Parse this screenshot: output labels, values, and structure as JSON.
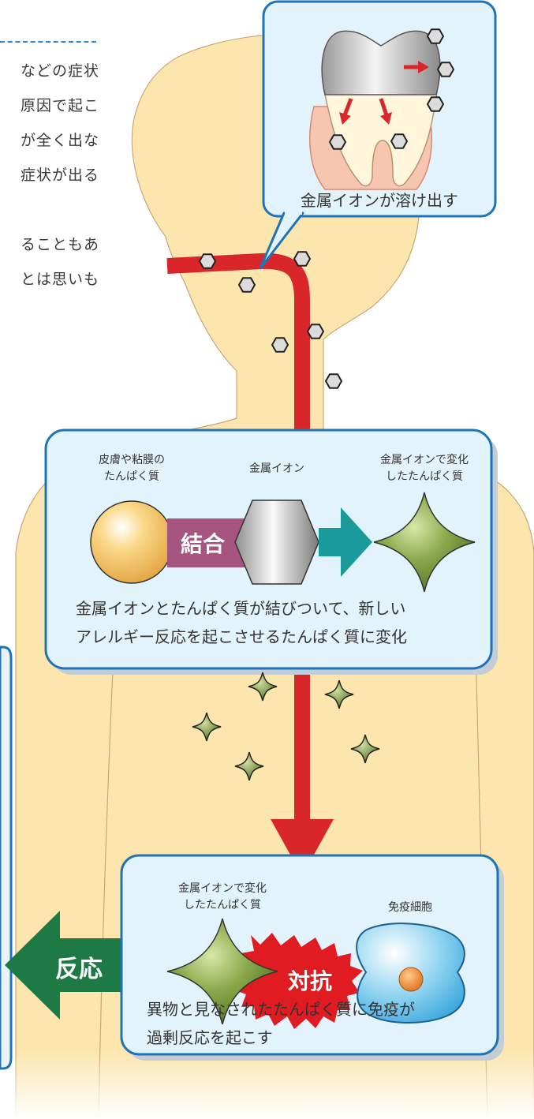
{
  "intro_fragments": [
    "などの症状",
    "原因で起こ",
    "が全く出な",
    "症状が出る",
    "ることもあ",
    "とは思いも"
  ],
  "tooth_panel": {
    "caption": "金属イオンが溶け出す"
  },
  "binding_panel": {
    "label_protein": "皮膚や粘膜の\nたんぱく質",
    "label_ion": "金属イオン",
    "label_changed": "金属イオンで変化\nしたたんぱく質",
    "bond_label": "結合",
    "caption": "金属イオンとたんぱく質が結びついて、新しい\nアレルギー反応を起こさせるたんぱく質に変化"
  },
  "immune_panel": {
    "label_changed": "金属イオンで変化\nしたたんぱく質",
    "label_cell": "免疫細胞",
    "conflict_label": "対抗",
    "caption": "異物と見なされたたんぱく質に免疫が\n過剰反応を起こす"
  },
  "reaction_arrow": {
    "label": "反応"
  },
  "colors": {
    "skin": "#fce6ae",
    "pathway_red": "#d9262b",
    "panel_fill": "#e3f3fb",
    "panel_border": "#1f73b7",
    "bond_purple": "#a65580",
    "teal_arrow": "#1a9a9a",
    "reaction_green": "#1e7a45",
    "conflict_red": "#e11b22"
  }
}
